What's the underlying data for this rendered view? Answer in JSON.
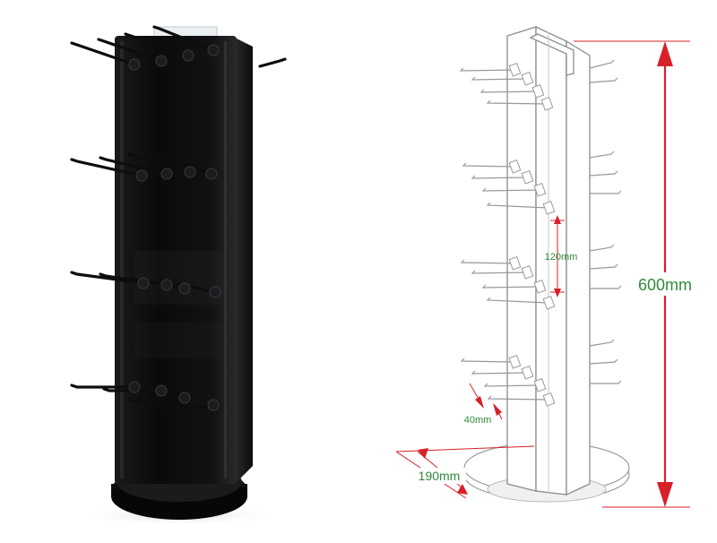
{
  "dimensions": {
    "total_height": "600mm",
    "hook_spacing": "120mm",
    "hook_gap": "40mm",
    "base_radius": "190mm"
  },
  "colors": {
    "dimension_arrow": "#d8202a",
    "dimension_text": "#2f8a3a",
    "drawing_line": "#888888",
    "acrylic_black": "#0b0b0c"
  }
}
